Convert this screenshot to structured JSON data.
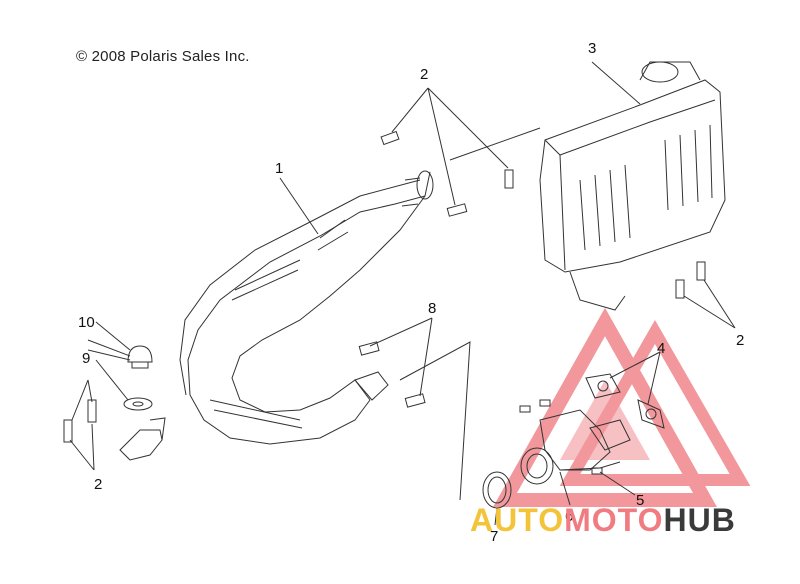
{
  "copyright": "© 2008 Polaris Sales Inc.",
  "callouts": [
    {
      "id": "c1",
      "text": "1"
    },
    {
      "id": "c2a",
      "text": "2"
    },
    {
      "id": "c2b",
      "text": "2"
    },
    {
      "id": "c2c",
      "text": "2"
    },
    {
      "id": "c3",
      "text": "3"
    },
    {
      "id": "c4",
      "text": "4"
    },
    {
      "id": "c5",
      "text": "5"
    },
    {
      "id": "c6",
      "text": "6"
    },
    {
      "id": "c7",
      "text": "7"
    },
    {
      "id": "c8",
      "text": "8"
    },
    {
      "id": "c9",
      "text": "9"
    },
    {
      "id": "c10",
      "text": "10"
    }
  ],
  "watermark": {
    "auto": "AUTO",
    "moto": "MOTO",
    "hub": "HUB"
  },
  "colors": {
    "line": "#333333",
    "watermark_red": "#e8454c",
    "watermark_yellow": "#f3c33a",
    "watermark_dark": "#3a3a3a"
  }
}
